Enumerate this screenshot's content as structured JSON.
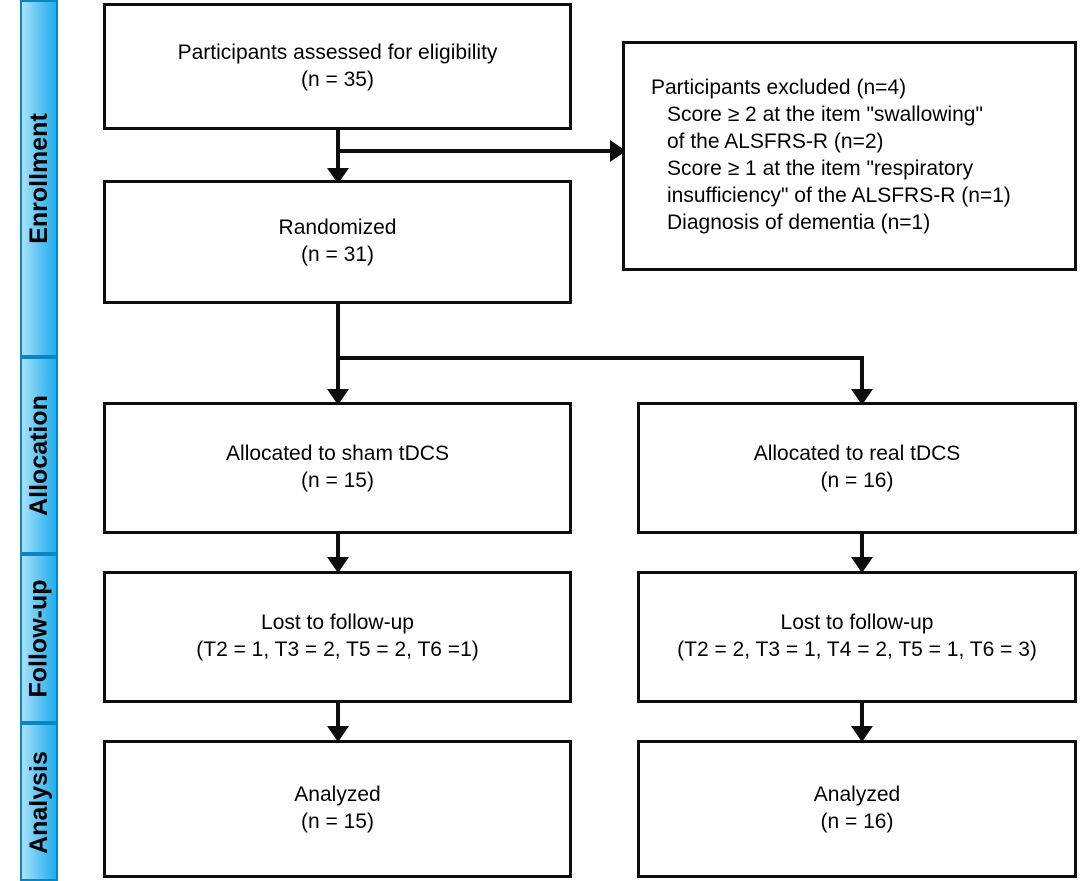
{
  "diagram": {
    "title": "CONSORT participant flow diagram",
    "phases": [
      {
        "id": "enrollment",
        "label": "Enrollment"
      },
      {
        "id": "allocation",
        "label": "Allocation"
      },
      {
        "id": "followup",
        "label": "Follow-up"
      },
      {
        "id": "analysis",
        "label": "Analysis"
      }
    ],
    "boxes": {
      "assessed": {
        "lines": [
          "Participants assessed for eligibility",
          "(n = 35)"
        ]
      },
      "excluded": {
        "lines": [
          "Participants excluded (n=4)",
          "Score ≥ 2 at the item \"swallowing\"",
          "of the ALSFRS-R (n=2)",
          "Score ≥ 1 at the item \"respiratory",
          "insufficiency\" of the ALSFRS-R (n=1)",
          "Diagnosis of dementia (n=1)"
        ]
      },
      "randomized": {
        "lines": [
          "Randomized",
          "(n = 31)"
        ]
      },
      "alloc_sham": {
        "lines": [
          "Allocated to sham tDCS",
          "(n = 15)"
        ]
      },
      "alloc_real": {
        "lines": [
          "Allocated to real tDCS",
          "(n = 16)"
        ]
      },
      "lost_sham": {
        "lines": [
          "Lost to follow-up",
          "(T2 = 1, T3 = 2, T5 = 2, T6 =1)"
        ]
      },
      "lost_real": {
        "lines": [
          "Lost to follow-up",
          "(T2 = 2, T3 = 1, T4 = 2, T5 = 1, T6 = 3)"
        ]
      },
      "analyzed_sham": {
        "lines": [
          "Analyzed",
          "(n = 15)"
        ]
      },
      "analyzed_real": {
        "lines": [
          "Analyzed",
          "(n = 16)"
        ]
      }
    },
    "colors": {
      "rail_border": "#0b84c3",
      "rail_light": "#a9e2fc",
      "rail_dark": "#21b0ef",
      "box_border": "#0d0d0d",
      "connector": "#0d0d0d",
      "background": "#ffffff"
    }
  }
}
